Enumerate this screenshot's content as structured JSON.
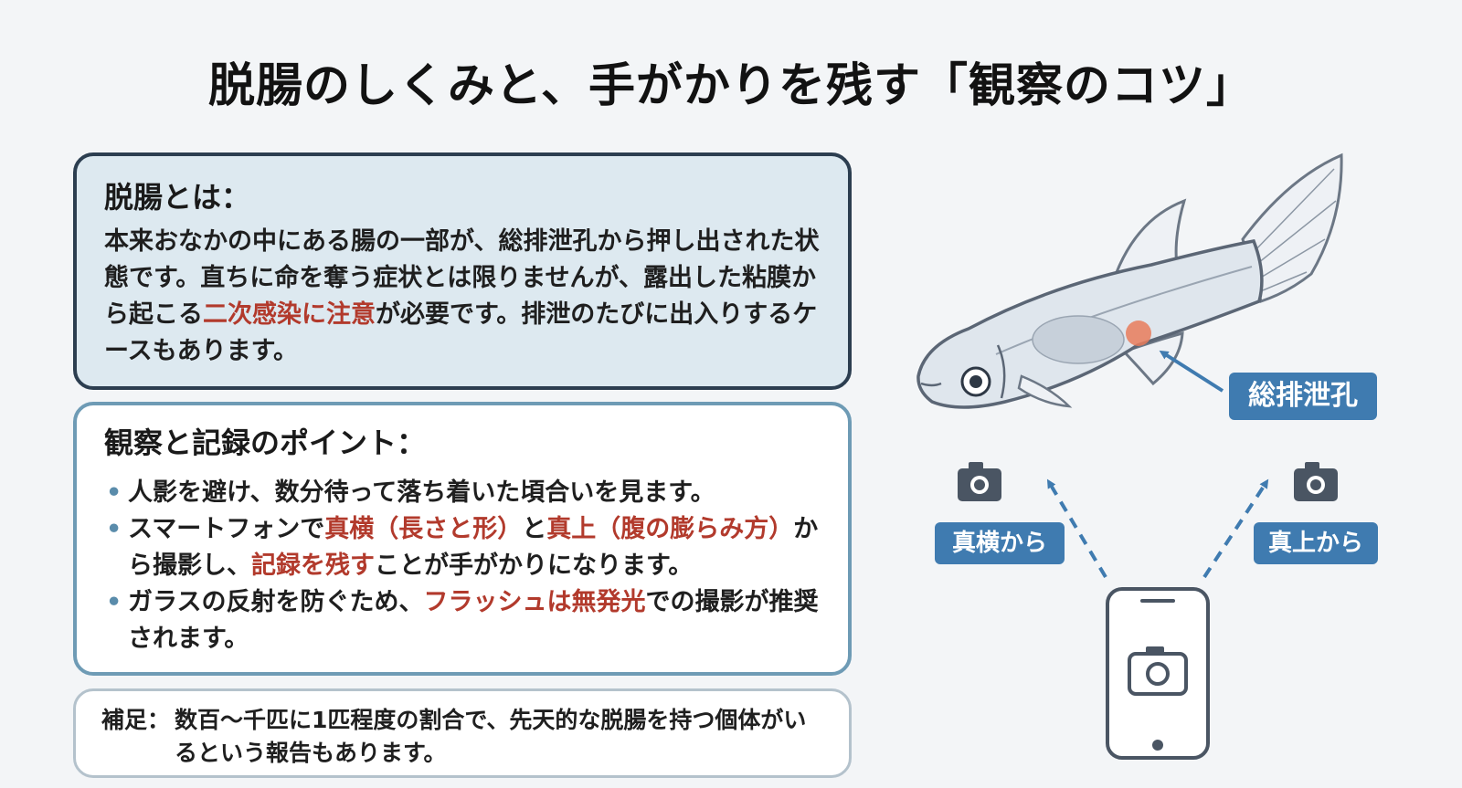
{
  "title": "脱腸のしくみと、手がかりを残す「観察のコツ」",
  "about": {
    "heading": "脱腸とは：",
    "text_before": "本来おなかの中にある腸の一部が、総排泄孔から押し出された状態です。直ちに命を奪う症状とは限りませんが、露出した粘膜から起こる",
    "text_highlight": "二次感染に注意",
    "text_after": "が必要です。排泄のたびに出入りするケースもあります。"
  },
  "points": {
    "heading": "観察と記録のポイント：",
    "bullet": "•",
    "items": [
      {
        "segments": [
          {
            "text": "人影を避け、数分待って落ち着いた頃合いを見ます。"
          }
        ]
      },
      {
        "segments": [
          {
            "text": "スマートフォンで"
          },
          {
            "text": "真横（長さと形）",
            "highlight": true
          },
          {
            "text": "と"
          },
          {
            "text": "真上（腹の膨らみ方）",
            "highlight": true
          },
          {
            "text": "から撮影し、"
          },
          {
            "text": "記録を残す",
            "highlight": true
          },
          {
            "text": "ことが手がかりになります。"
          }
        ]
      },
      {
        "segments": [
          {
            "text": "ガラスの反射を防ぐため、"
          },
          {
            "text": "フラッシュは無発光",
            "highlight": true
          },
          {
            "text": "での撮影が推奨されます。"
          }
        ]
      }
    ]
  },
  "note": {
    "label": "補足：",
    "text": "数百〜千匹に1匹程度の割合で、先天的な脱腸を持つ個体がいるという報告もあります。"
  },
  "illustration": {
    "anus_label": "総排泄孔",
    "side_label": "真横から",
    "top_label": "真上から",
    "icons": [
      "fish-icon",
      "camera-icon",
      "smartphone-icon",
      "arrow-icon"
    ]
  },
  "colors": {
    "highlight": "#b23a2c",
    "label_bg": "#3f7bb0",
    "box1_bg": "#dde9f0",
    "box1_border": "#2c3e50",
    "box2_border": "#6e9bb5"
  }
}
